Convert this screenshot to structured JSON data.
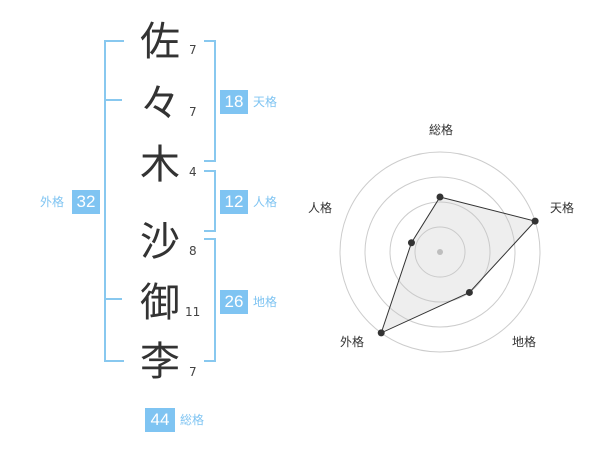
{
  "name": {
    "characters": [
      {
        "char": "佐",
        "strokes": "7"
      },
      {
        "char": "々",
        "strokes": "7"
      },
      {
        "char": "木",
        "strokes": "4"
      },
      {
        "char": "沙",
        "strokes": "8"
      },
      {
        "char": "御",
        "strokes": "11"
      },
      {
        "char": "李",
        "strokes": "7"
      }
    ]
  },
  "fortunes": {
    "tenkaku": {
      "value": "18",
      "label": "天格"
    },
    "jinkaku": {
      "value": "12",
      "label": "人格"
    },
    "chikaku": {
      "value": "26",
      "label": "地格"
    },
    "gaikaku": {
      "value": "32",
      "label": "外格"
    },
    "soukaku": {
      "value": "44",
      "label": "総格"
    }
  },
  "colors": {
    "accent": "#7fc4f2",
    "bracket": "#88c8ef"
  },
  "chart_data": {
    "type": "radar",
    "axes": [
      "総格",
      "天格",
      "地格",
      "外格",
      "人格"
    ],
    "rings": 4,
    "values": [
      0.55,
      1.0,
      0.5,
      1.0,
      0.3
    ]
  }
}
